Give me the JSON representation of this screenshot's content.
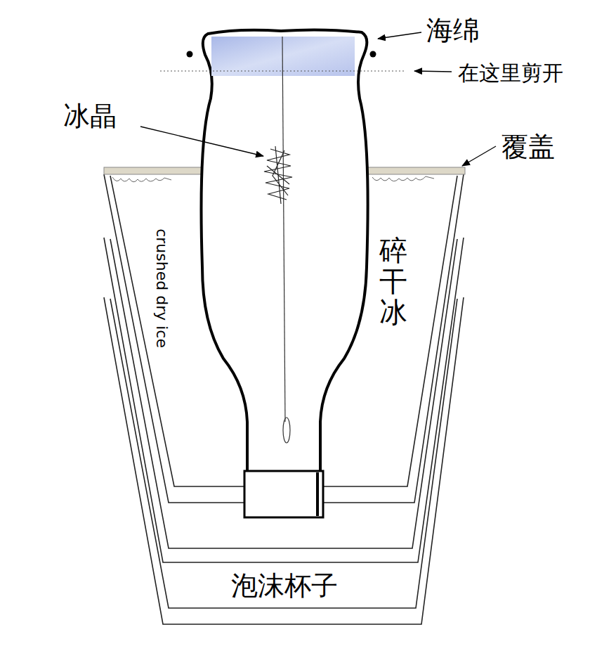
{
  "diagram": {
    "labels": [
      "海绵",
      "在这里剪开",
      "冰晶",
      "覆盖",
      "碎干冰",
      "crushed dry ice",
      "泡沫杯子"
    ]
  }
}
